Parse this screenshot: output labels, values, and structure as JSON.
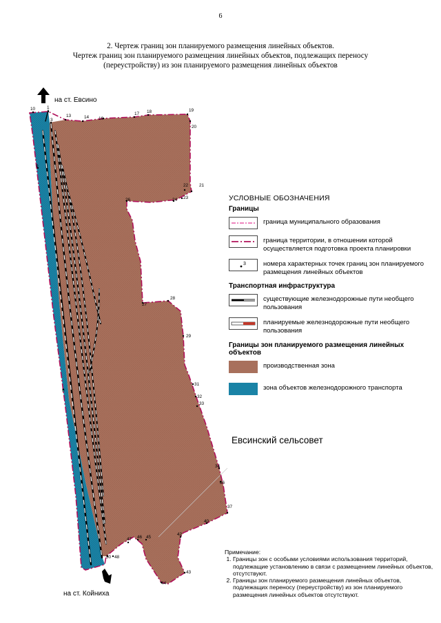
{
  "page_number": "6",
  "title": {
    "line1": "2. Чертеж границ зон планируемого размещения линейных объектов.",
    "line2": "Чертеж границ зон планируемого размещения линейных объектов, подлежащих переносу",
    "line3": "(переустройству) из зон планируемого размещения линейных объектов"
  },
  "directions": {
    "north": "на ст. Евсино",
    "south": "на ст. Койниха"
  },
  "village_label": "Евсинский сельсовет",
  "legend": {
    "heading": "УСЛОВНЫЕ ОБОЗНАЧЕНИЯ",
    "groups": {
      "borders": "Границы",
      "transport": "Транспортная инфраструктура",
      "zones": "Границы зон планируемого размещения линейных объектов"
    },
    "items": {
      "municipal_border": "граница муниципального образования",
      "planning_territory": "граница территории, в отношении которой осуществляется подготовка проекта планировки",
      "characteristic_points": "номера характерных точек границ зон планируемого размещения линейных объектов",
      "point_sample": "3",
      "existing_rail": "существующие железнодорожные пути необщего пользования",
      "planned_rail": "планируемые железнодорожные пути необщего пользования",
      "industrial_zone": "производственная зона",
      "rail_zone": "зона объектов железнодорожного транспорта"
    }
  },
  "notes": {
    "title": "Примечание:",
    "item1": "Границы зон с особыми условиями использования территорий, подлежащие установлению в связи с размещением линейных объектов, отсутствуют.",
    "item2": "Границы зон планируемого размещения линейных объектов, подлежащих переносу (переустройству) из зон планируемого размещения линейных объектов отсутствуют."
  },
  "colors": {
    "industrial_zone": "#a8705c",
    "rail_zone": "#1a83a6",
    "municipal_border": "#e85aa8",
    "planning_border": "#b0105a",
    "planned_rail": "#c0392b"
  },
  "point_labels": [
    "1",
    "3",
    "8",
    "9",
    "10",
    "13",
    "14",
    "16",
    "17",
    "18",
    "19",
    "20",
    "21",
    "22",
    "23",
    "24",
    "26",
    "27",
    "28",
    "29",
    "31",
    "32",
    "33",
    "34",
    "36",
    "37",
    "40",
    "42",
    "43",
    "44",
    "45",
    "46",
    "47",
    "48",
    "50"
  ]
}
